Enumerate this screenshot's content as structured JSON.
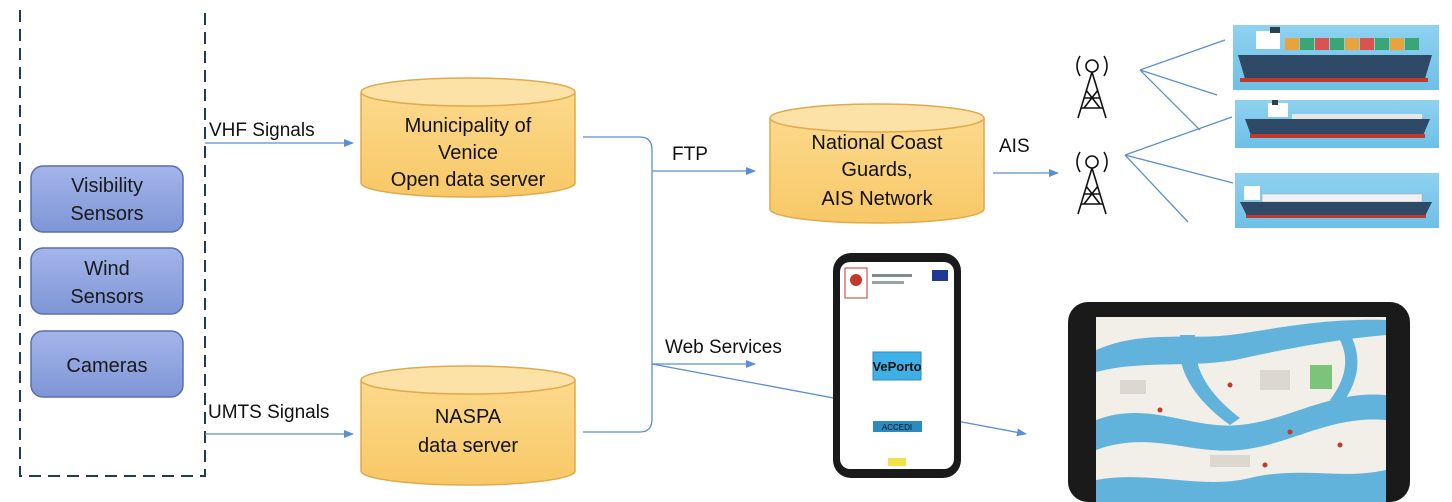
{
  "sensors": [
    {
      "id": "visibility",
      "lines": [
        "Visibility",
        "Sensors"
      ]
    },
    {
      "id": "wind",
      "lines": [
        "Wind",
        "Sensors"
      ]
    },
    {
      "id": "cameras",
      "lines": [
        "Cameras"
      ]
    }
  ],
  "servers": [
    {
      "id": "venice",
      "lines": [
        "Municipality of",
        "Venice",
        "Open data server"
      ]
    },
    {
      "id": "naspa",
      "lines": [
        "NASPA",
        "data server"
      ]
    },
    {
      "id": "coast",
      "lines": [
        "National Coast",
        "Guards,",
        "AIS Network"
      ]
    }
  ],
  "edges": {
    "vhf": "VHF Signals",
    "umts": "UMTS Signals",
    "ftp": "FTP",
    "ais": "AIS",
    "web": "Web Services"
  },
  "phone": {
    "app_name": "VePorto",
    "button": "ACCEDI"
  },
  "colors": {
    "sensor_fill": "#8ea3e0",
    "sensor_stroke": "#5a6fb0",
    "db_fill": "#fbd07a",
    "db_top": "#fde2a8",
    "db_stroke": "#e2a94a",
    "arrow": "#5b8fd0",
    "dashed": "#1f3a5f",
    "water": "#62b3dc",
    "land": "#f2efe9"
  },
  "icons": [
    "antenna-tower-icon",
    "container-ship-icon",
    "tanker-ship-icon",
    "cargo-ship-icon",
    "smartphone-icon",
    "tablet-icon"
  ]
}
